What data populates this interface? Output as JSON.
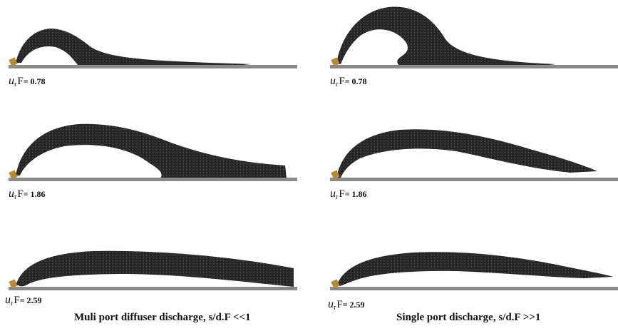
{
  "panels": [
    {
      "id": "multi-1",
      "label_var": "u",
      "label_sub": "r",
      "label_suffix": "F",
      "label_value": "= 0.78"
    },
    {
      "id": "single-1",
      "label_var": "u",
      "label_sub": "r",
      "label_suffix": "F",
      "label_value": "= 0.78"
    },
    {
      "id": "multi-2",
      "label_var": "u",
      "label_sub": "r",
      "label_suffix": "F",
      "label_value": "= 1.86"
    },
    {
      "id": "single-2",
      "label_var": "u",
      "label_sub": "r",
      "label_suffix": "F",
      "label_value": "= 1.86"
    },
    {
      "id": "multi-3",
      "label_var": "u",
      "label_sub": "r",
      "label_suffix": "F",
      "label_value": "= 2.59"
    },
    {
      "id": "single-3",
      "label_var": "u",
      "label_sub": "r",
      "label_suffix": "F",
      "label_value": "= 2.59"
    }
  ],
  "captions": {
    "left": "Muli port diffuser discharge, s/d.F <<1",
    "right": "Single port discharge, s/d.F >>1"
  },
  "colors": {
    "plume": "#262626",
    "plume_highlight": "#4a4a4a",
    "floor": "#8a8a8a",
    "nozzle": "#b58a3a"
  }
}
